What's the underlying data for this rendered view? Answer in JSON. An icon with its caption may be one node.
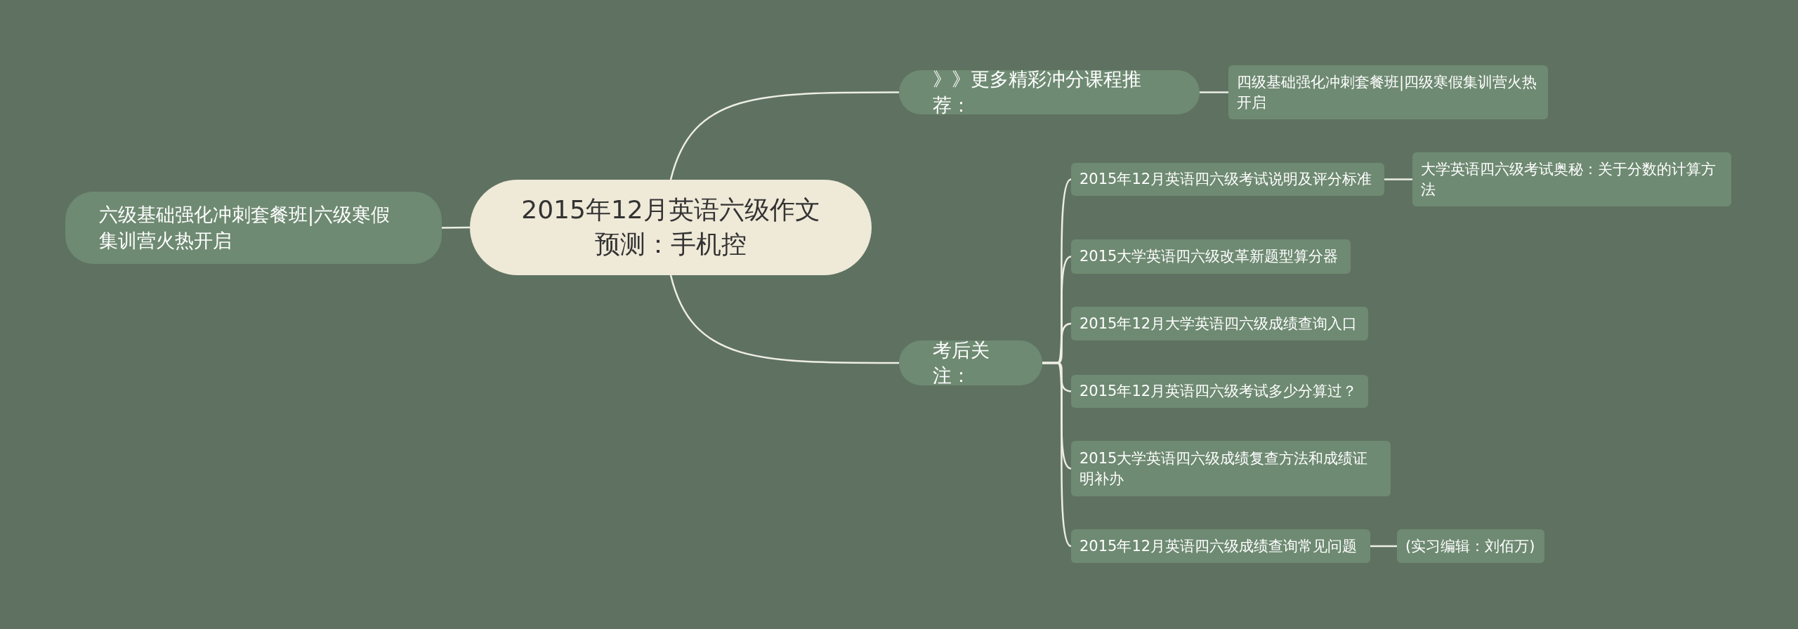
{
  "diagram": {
    "nodes": [
      {
        "text": [
          "2015年12月英语六级作文预测：手机控"
        ]
      },
      {
        "text": [
          "六级基础强化冲刺套餐班|六级寒假集训营火热开启"
        ]
      },
      {
        "text": [
          "》》更多精彩冲分课程推荐："
        ]
      },
      {
        "text": [
          "四级基础强化冲刺套餐班|四级寒假集训营火热开启"
        ]
      },
      {
        "text": [
          "考后关注："
        ]
      },
      {
        "text": [
          "2015年12月英语四六级考试说明及评分标准"
        ]
      },
      {
        "text": [
          "大学英语四六级考试奥秘：关于分数的计算方法"
        ]
      },
      {
        "text": [
          "2015大学英语四六级改革新题型算分器"
        ]
      },
      {
        "text": [
          "2015年12月大学英语四六级成绩查询入口"
        ]
      },
      {
        "text": [
          "2015年12月英语四六级考试多少分算过？"
        ]
      },
      {
        "text": [
          "2015大学英语四六级成绩复查方法和成绩证明补办"
        ]
      },
      {
        "text": [
          "2015年12月英语四六级成绩查询常见问题"
        ]
      },
      {
        "text": [
          "(实习编辑：刘佰万)"
        ]
      }
    ],
    "edges": [
      {
        "from": 0,
        "to": 1,
        "arrow": "none"
      },
      {
        "from": 0,
        "to": 2,
        "arrow": "none"
      },
      {
        "from": 2,
        "to": 3,
        "arrow": "none"
      },
      {
        "from": 0,
        "to": 4,
        "arrow": "none"
      },
      {
        "from": 4,
        "to": 5,
        "arrow": "none"
      },
      {
        "from": 5,
        "to": 6,
        "arrow": "none"
      },
      {
        "from": 4,
        "to": 7,
        "arrow": "none"
      },
      {
        "from": 4,
        "to": 8,
        "arrow": "none"
      },
      {
        "from": 4,
        "to": 9,
        "arrow": "none"
      },
      {
        "from": 4,
        "to": 10,
        "arrow": "none"
      },
      {
        "from": 4,
        "to": 11,
        "arrow": "none"
      },
      {
        "from": 11,
        "to": 12,
        "arrow": "none"
      }
    ]
  }
}
